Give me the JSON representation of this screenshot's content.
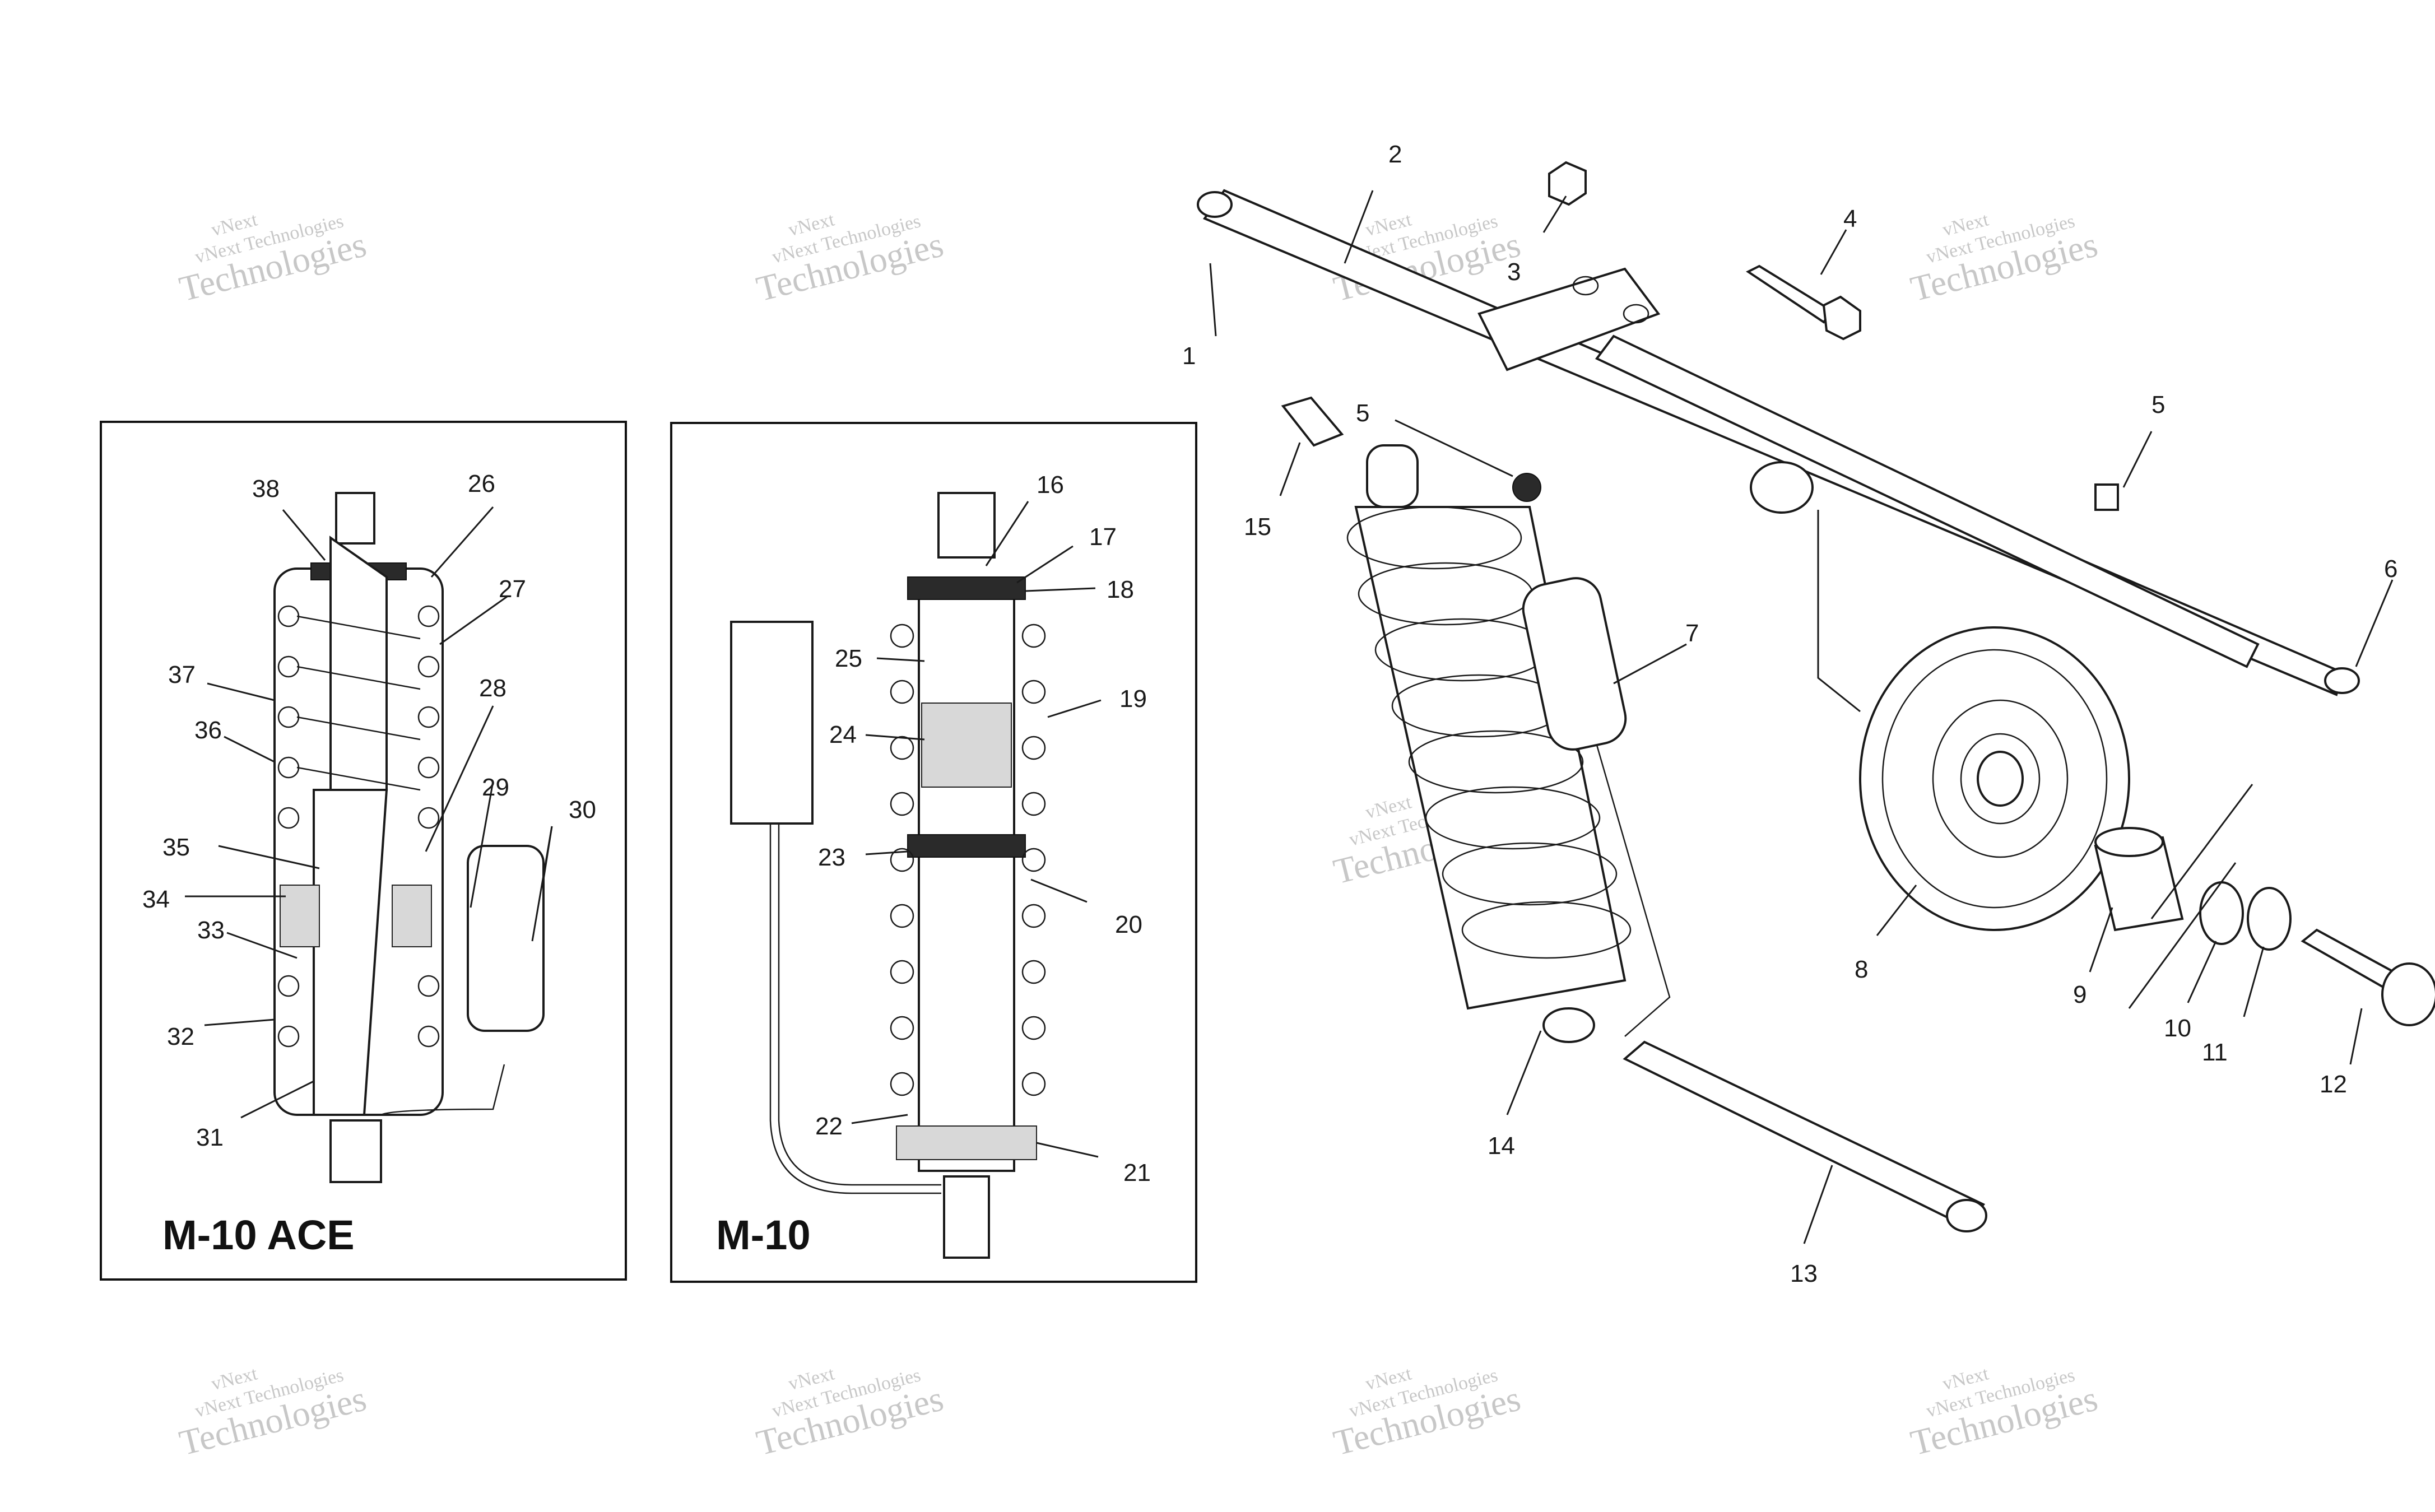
{
  "panels": {
    "ace_title": "M-10 ACE",
    "m10_title": "M-10"
  },
  "callouts": {
    "c1": "1",
    "c2": "2",
    "c3": "3",
    "c4": "4",
    "c5a": "5",
    "c5b": "5",
    "c6": "6",
    "c7": "7",
    "c8": "8",
    "c9": "9",
    "c10": "10",
    "c11": "11",
    "c12": "12",
    "c13": "13",
    "c14": "14",
    "c15": "15",
    "c16": "16",
    "c17": "17",
    "c18": "18",
    "c19": "19",
    "c20": "20",
    "c21": "21",
    "c22": "22",
    "c23": "23",
    "c24": "24",
    "c25": "25",
    "c26": "26",
    "c27": "27",
    "c28": "28",
    "c29": "29",
    "c30": "30",
    "c31": "31",
    "c32": "32",
    "c33": "33",
    "c34": "34",
    "c35": "35",
    "c36": "36",
    "c37": "37",
    "c38": "38"
  },
  "watermark": {
    "line1": "vNext",
    "line2": "vNext Technologies",
    "line3": "Technologies"
  }
}
